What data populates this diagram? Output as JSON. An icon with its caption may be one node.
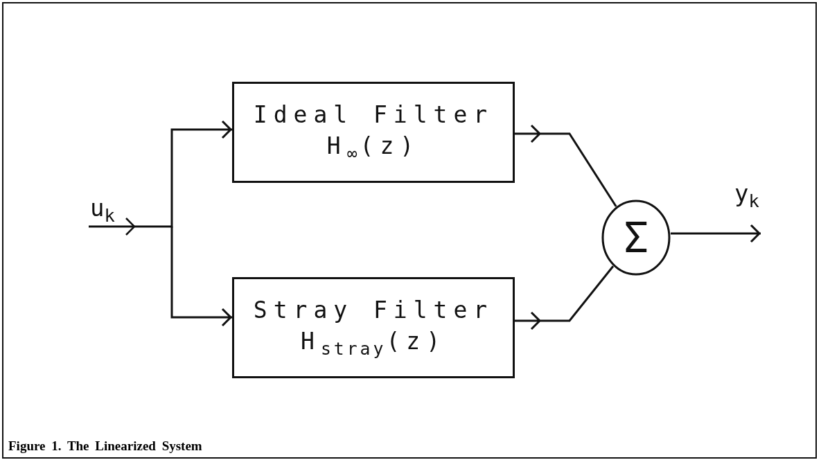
{
  "diagram": {
    "caption": "Figure 1. The Linearized System",
    "nodes": [
      {
        "text": [
          "Ideal Filter",
          "H$_{∞}$(z)"
        ]
      },
      {
        "text": [
          "Stray Filter",
          "H$_{stray}$(z)"
        ]
      },
      {
        "text": [
          "Σ"
        ]
      }
    ],
    "edges": [
      {
        "from": null,
        "to": 0,
        "arrow": "to",
        "label": "u$_{k}$"
      },
      {
        "from": null,
        "to": 1,
        "arrow": "to"
      },
      {
        "from": 0,
        "to": 2,
        "arrow": "to"
      },
      {
        "from": 1,
        "to": 2,
        "arrow": "to"
      },
      {
        "from": 2,
        "to": null,
        "arrow": "to",
        "label": "y$_{k}$"
      }
    ]
  }
}
